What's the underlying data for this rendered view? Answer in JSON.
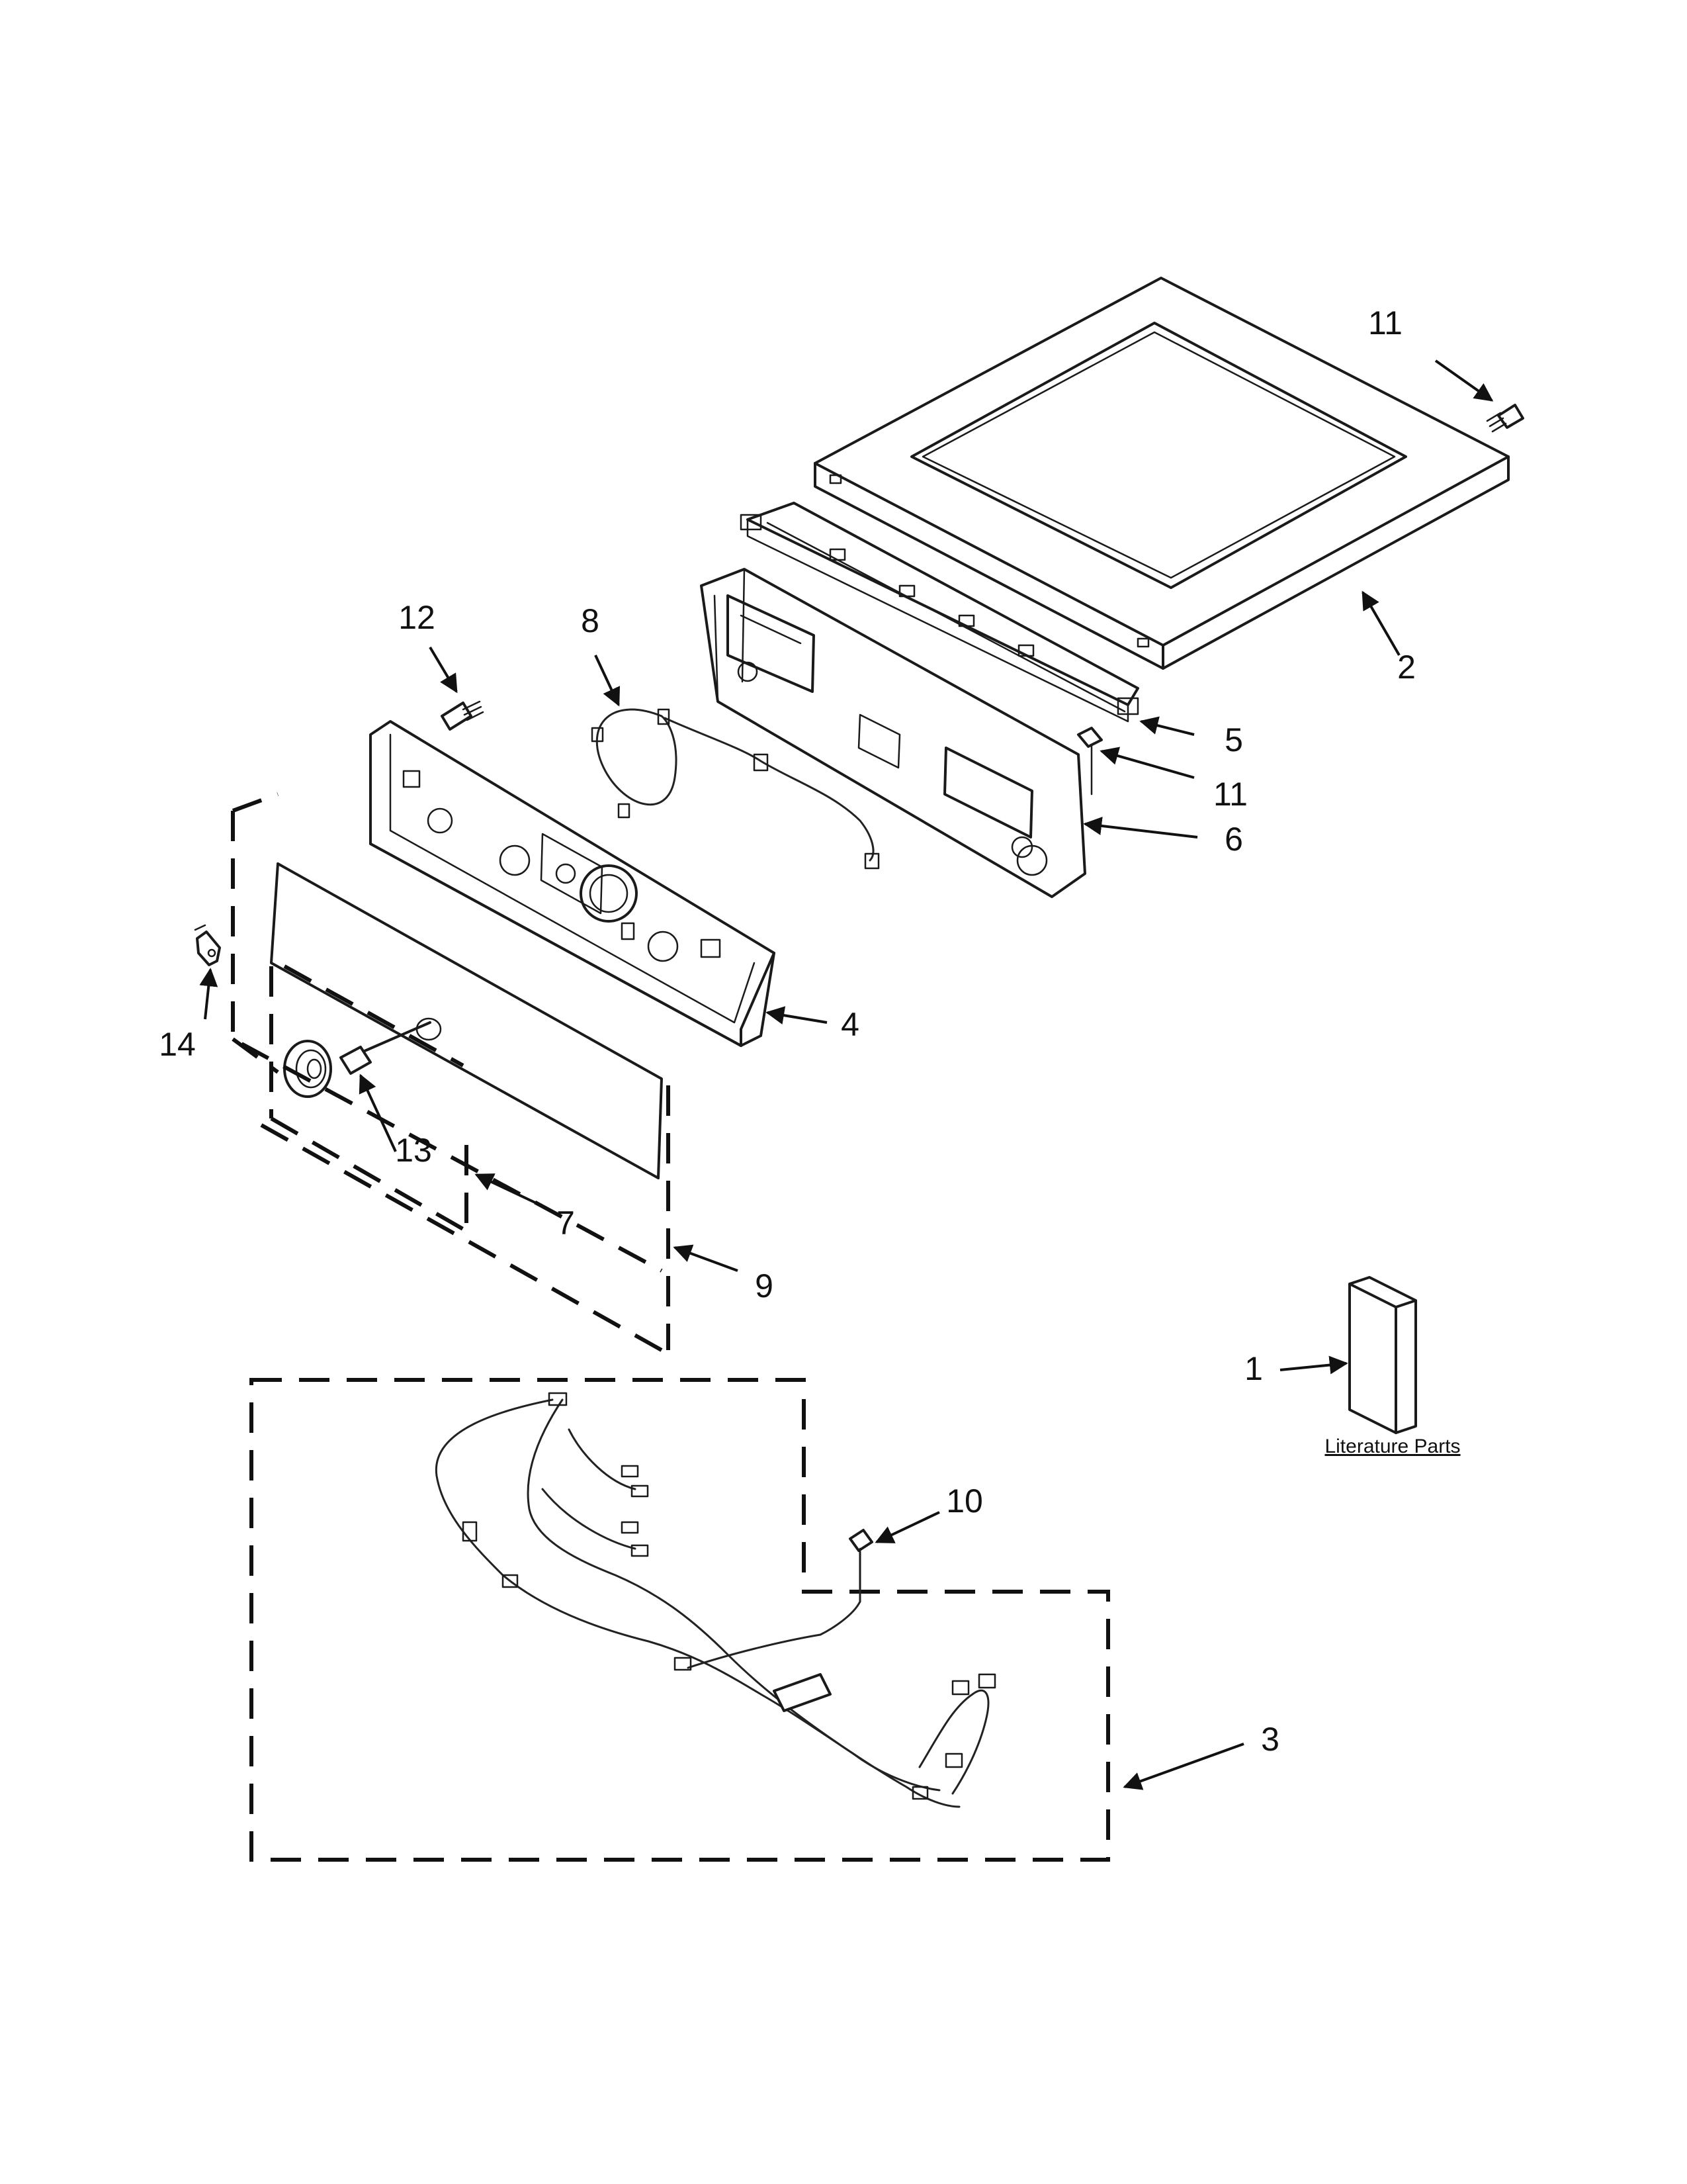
{
  "diagram": {
    "callouts": {
      "c1": "1",
      "c2": "2",
      "c3": "3",
      "c4": "4",
      "c5": "5",
      "c6": "6",
      "c7": "7",
      "c8": "8",
      "c9": "9",
      "c10": "10",
      "c11a": "11",
      "c11b": "11",
      "c12": "12",
      "c13": "13",
      "c14": "14"
    },
    "literature_label": "Literature Parts"
  }
}
